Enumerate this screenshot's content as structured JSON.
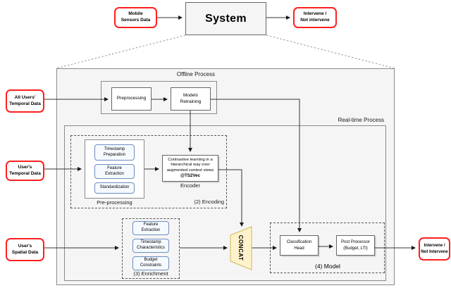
{
  "colors": {
    "red": "#ff1f1f",
    "node-border": "#666666",
    "blue-border": "#6c8ebf",
    "blue-fill": "#f5faff",
    "yellow-fill": "#fff2cc",
    "yellow-border": "#d6b656",
    "container-fill": "#f5f5f5",
    "line": "#333333"
  },
  "top": {
    "mobile_input": "Mobile\nSensors Data",
    "system": "System",
    "output": "Intervene /\nNot intervene"
  },
  "offline": {
    "title": "Offline Process",
    "preprocessing": "Preprocessing",
    "retraining": "Models\nRetraining"
  },
  "realtime": {
    "title": "Real-time Process"
  },
  "inputs": {
    "all_users": "All Users'\nTemporal Data",
    "user_temporal": "User's\nTemporal Data",
    "user_spatial": "User's\nSpatial Data"
  },
  "encoding": {
    "label": "(2) Encoding",
    "preprocessing_label": "Pre-processing",
    "steps": [
      "Timestamp\nPreparation",
      "Feature\nExtraction",
      "Standardization"
    ],
    "encoder_text": "Contrastive learning in a\nhierarchical way over\naugmented context views",
    "encoder_tag": "@TS2Vec",
    "encoder_label": "Encoder"
  },
  "enrichment": {
    "label": "(3) Enrichment",
    "steps": [
      "Feature\nExtraction",
      "Timestamp\nCharacteristics",
      "Budget\nConstraints"
    ]
  },
  "concat": {
    "label": "CONCAT"
  },
  "model": {
    "label": "(4) Model",
    "classification_head": "Classification\nHead",
    "post_processor": "Post Processor\n(Budget, LTI)"
  },
  "output": {
    "final": "Intervene /\nNot Intervene"
  }
}
